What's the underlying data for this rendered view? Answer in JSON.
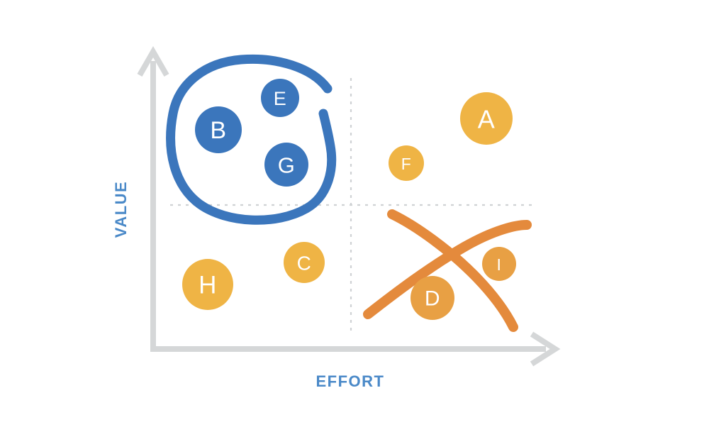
{
  "chart_data": {
    "type": "scatter",
    "title": "",
    "xlabel": "EFFORT",
    "ylabel": "VALUE",
    "grid": true,
    "legend": "none",
    "xlim": [
      0,
      100
    ],
    "ylim": [
      0,
      100
    ],
    "quadrant_divider_x": 50,
    "quadrant_divider_y": 50,
    "colors": {
      "blue": "#3B76BC",
      "blue_text": "#4a89c8",
      "orange_light": "#EFB445",
      "orange_dark": "#E48A3C",
      "axis_gray": "#D5D7D8",
      "grid_gray": "#CFD2D4",
      "bubble_label": "#FFFFFF",
      "background": "#FFFFFF"
    },
    "points": [
      {
        "label": "B",
        "x": 16,
        "y": 82,
        "r": 33,
        "color": "#3B76BC",
        "group": "highlighted",
        "font_size": 34
      },
      {
        "label": "E",
        "x": 32,
        "y": 94,
        "r": 27,
        "color": "#3B76BC",
        "group": "highlighted",
        "font_size": 27
      },
      {
        "label": "G",
        "x": 33,
        "y": 69,
        "r": 31,
        "color": "#3B76BC",
        "group": "highlighted",
        "font_size": 31
      },
      {
        "label": "A",
        "x": 83,
        "y": 90,
        "r": 37,
        "color": "#EFB445",
        "group": "plain",
        "font_size": 36
      },
      {
        "label": "F",
        "x": 63,
        "y": 75,
        "r": 25,
        "color": "#EFB445",
        "group": "plain",
        "font_size": 23
      },
      {
        "label": "C",
        "x": 38,
        "y": 36,
        "r": 29,
        "color": "#EFB445",
        "group": "plain",
        "font_size": 28
      },
      {
        "label": "H",
        "x": 14,
        "y": 28,
        "r": 36,
        "color": "#EFB445",
        "group": "plain",
        "font_size": 35
      },
      {
        "label": "D",
        "x": 70,
        "y": 21,
        "r": 31,
        "color": "#E8A044",
        "group": "crossed-out",
        "font_size": 30
      },
      {
        "label": "I",
        "x": 87,
        "y": 32,
        "r": 24,
        "color": "#E8A044",
        "group": "crossed-out",
        "font_size": 23
      }
    ],
    "annotations": [
      {
        "name": "circle-lasso",
        "shape": "hand-drawn-open-circle",
        "color": "#3B76BC",
        "encloses": [
          "B",
          "E",
          "G"
        ]
      },
      {
        "name": "cross-out",
        "shape": "hand-drawn-x",
        "color": "#E48A3C",
        "strikes": [
          "D",
          "I"
        ]
      }
    ]
  },
  "axes": {
    "y_label": "VALUE",
    "x_label": "EFFORT",
    "label_color": "#4a89c8",
    "label_font_size": 22
  }
}
